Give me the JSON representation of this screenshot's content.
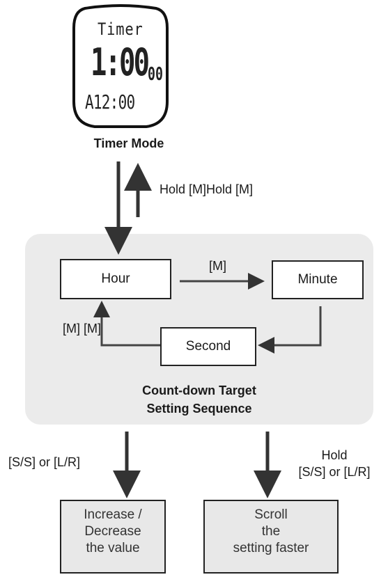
{
  "watch": {
    "line_title": "Timer",
    "line_time": "1:00",
    "line_seconds": "00",
    "line_alarm": "A12:00"
  },
  "timer_mode_label": "Timer Mode",
  "hold_m_label": "Hold [M]Hold [M]",
  "panel": {
    "hour": "Hour",
    "minute": "Minute",
    "second": "Second",
    "m_arrow_label": "[M]",
    "m_m_label": "[M] [M]",
    "title_line1": "Count-down Target",
    "title_line2": "Setting Sequence"
  },
  "left_branch": {
    "label": "[S/S] or [L/R]",
    "box_line1": "Increase /",
    "box_line2": "Decrease",
    "box_line3": "the value"
  },
  "right_branch": {
    "label_line1": "Hold",
    "label_line2": "[S/S] or [L/R]",
    "box_line1": "Scroll",
    "box_line2": "the",
    "box_line3": "setting faster"
  }
}
